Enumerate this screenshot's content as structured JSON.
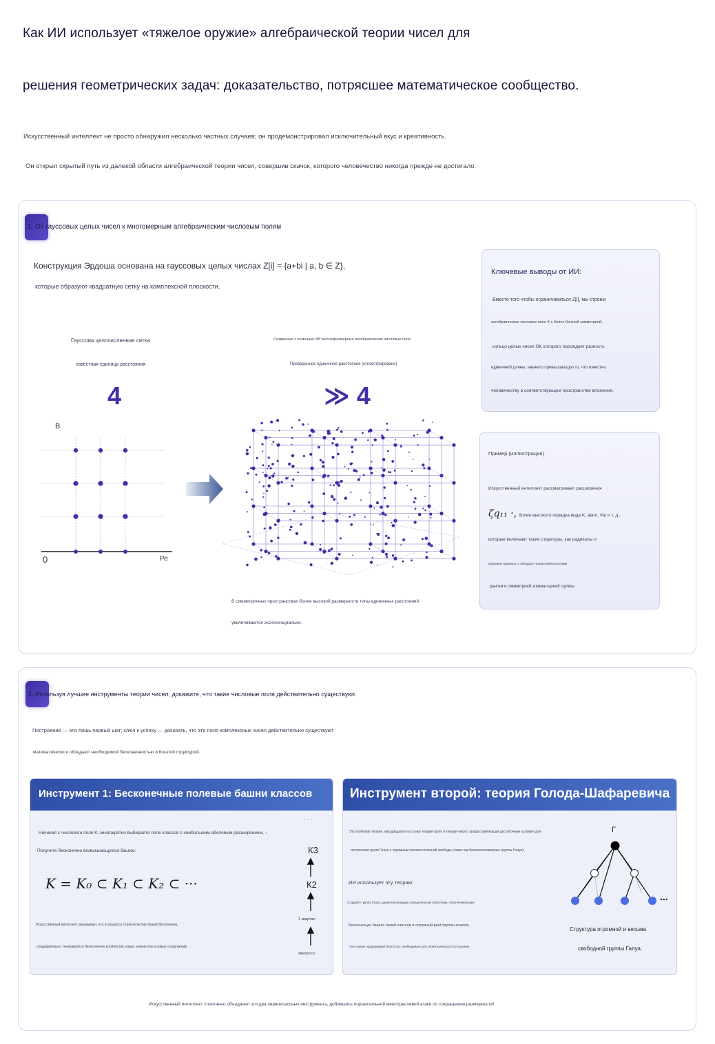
{
  "header": {
    "title_line1": "Как ИИ использует «тяжелое оружие» алгебраической теории чисел для",
    "title_line2": "решения геометрических задач: доказательство, потрясшее математическое сообщество.",
    "intro_line1": "Искусственный интеллект не просто обнаружил несколько частных случаев; он продемонстрировал исключительный вкус и креативность.",
    "intro_line2": "Он открыл скрытый путь из далекой области алгебраической теории чисел, совершив скачок, которого человечество никогда прежде не достигало."
  },
  "section1": {
    "title": "1. От гауссовых целых чисел к многомерным алгебраическим числовым полям",
    "intro_line1": "Конструкция Эрдоша основана на гауссовых целых числах Z[i] = {a+bi | a, b ∈ Z},",
    "intro_line2": "которые образуют квадратную сетку на комплексной плоскости.",
    "left_caption1": "Гауссова целочисленная сетка",
    "left_caption2": "известная единица расстояния",
    "left_big": "4",
    "axis_y": "В",
    "axis_x": "Ре",
    "axis_origin": "0",
    "right_caption1": "Созданные с помощью ИИ высокоразмерные алгебраические числовые поля",
    "right_caption2": "Проведенное единичное расстояние (иллюстрировано)",
    "right_big": "≫ 4",
    "bottom_line1": "В симметричных пространствах более высокой размерности типы единичных расстояний",
    "bottom_line2": "увеличиваются экспоненциально.",
    "takeaways": {
      "title": "Ключевые выводы от ИИ:",
      "line1": "Вместо того чтобы ограничиваться Z[i], мы строим",
      "line2": "алгебраическое числовое поле K с более богатой симметрией,",
      "line3": "кольцо целых чисел OK которого порождает разность",
      "line4": "единичной длины, намного превышающую то, что известно",
      "line5": "человечеству в соответствующем пространстве вложения."
    },
    "example": {
      "title": "Пример (иллюстрация)",
      "line1": "Искусственный интеллект рассматривает расширения",
      "formula": "ζq₁₁ ·,",
      "line2": "более высокого порядка вида K, alam, Var и т. д.,",
      "line3": "которые включают такие структуры, как радикалы и",
      "line4": "корневые единицы, и обладают чрезвычайно высоким",
      "line5": "рангом и симметрией элементарной группы."
    }
  },
  "section2": {
    "title": "2. Используя лучшие инструменты теории чисел, докажите, что такие числовые поля действительно существуют.",
    "intro_line1": "Построение — это лишь первый шаг; ключ к успеху — доказать, что эти поля комплексных чисел действительно существуют",
    "intro_line2": "математически и обладают необходимой бесконечностью и богатой структурой.",
    "tool1": {
      "title": "Инструмент 1: Бесконечные полевые башни классов",
      "line1": "Начиная с числового поля K, многократно выбирайте поле классов с наибольшим абелевым расширением, ↑",
      "line2": "Получите бесконечно возвышающуюся башню:",
      "formula": "K = K₀ ⊂ K₁ ⊂ K₂ ⊂ ···",
      "line3": "Искусственный интеллект доказывает, что в процессе строительства башня бесконечна,",
      "line4": "следовательно, генерируется бесконечное количество новых элементов и новых сооружений.",
      "tower_dots": "· · ·",
      "tower_k3": "К3",
      "tower_k2": "К2",
      "tower_q1": "1 квартал",
      "tower_is": "Является"
    },
    "tool2": {
      "title": "Инструмент второй: теория Голода-Шафаревича",
      "line1": "Это глубокая теория, находящаяся на стыке теории групп и теории чисел, предоставляющая достаточные условия для",
      "line2": "построения групп Галуа с огромным числом степеней свободы (таких как бесконечномерные группы Галуа).",
      "line3": "ИИ использует эту теорию:",
      "line4": "Создайте группу Галуа, удовлетворяющую определенным свойствам, обеспечивающим",
      "line5": "бесконечную башню полей классов и огромный ранг группы юнитов,",
      "line6": "тем самым поддерживая богатство, необходимое для геометрического построения.",
      "tree_root": "Г",
      "tree_more": "...",
      "tree_caption1": "Структура огромной и весьма",
      "tree_caption2": "свободной группы Галуа."
    },
    "footer": "Искусственный интеллект спонтанно объединил эти два первоклассных инструмента, добившись поразительной межотраслевой атаки по сокращению размерности!"
  },
  "colors": {
    "accent": "#3f30a8",
    "tool_header": "#2f4fa6",
    "card_border": "#c9cde9"
  }
}
